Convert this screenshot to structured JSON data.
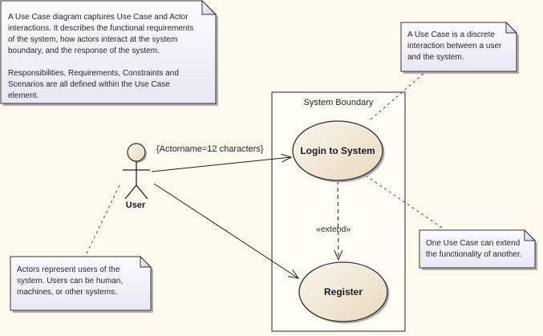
{
  "notes": {
    "overview": {
      "text": "A Use Case diagram captures Use Case and Actor\ninteractions. It describes the functional requirements\nof the system, how actors interact at the system\nboundary, and the response of the system.\n\nResponsibilities, Requirements, Constraints and\nScenarios are all defined within the Use Case\nelement."
    },
    "usecase_definition": {
      "text": "A Use Case is a discrete\ninteraction between a user\nand the system."
    },
    "extend_capability": {
      "text": "One Use Case can extend\nthe functionality of another."
    },
    "actor_description": {
      "text": "Actors represent users of the\nsystem. Users can be human,\nmachines, or other systems."
    }
  },
  "system_boundary": {
    "label": "System Boundary"
  },
  "use_cases": [
    {
      "label": "Login to System"
    },
    {
      "label": "Register"
    }
  ],
  "actor": {
    "label": "User"
  },
  "labels": {
    "constraint": "{Actorname=12 characters}",
    "extend_stereotype": "«extend»"
  },
  "colors": {
    "background": "#FDF9EE",
    "note_fill_top": "#FCFCFE",
    "note_fill_bottom": "#E9E7F3",
    "note_border": "#33333B",
    "usecase_fill_light": "#FAF6EC",
    "usecase_fill_dark": "#E8D9BD",
    "boundary_fill": "#FEFCF5",
    "shape_border": "#2E2E33",
    "line": "#1F1F1F",
    "shadow": "#B3AFA7",
    "text": "#25252D"
  }
}
